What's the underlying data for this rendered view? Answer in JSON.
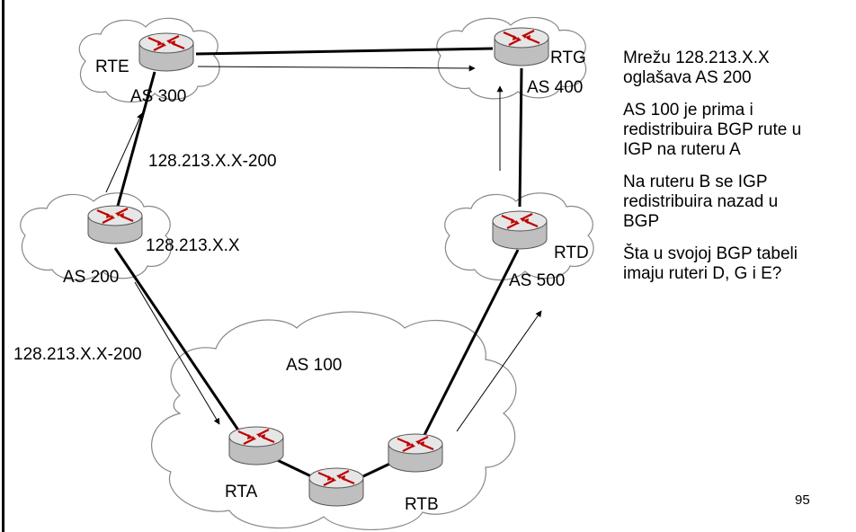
{
  "diagram": {
    "routers": [
      {
        "id": "RTE",
        "label": "RTE",
        "as_label": "AS 300"
      },
      {
        "id": "RTG",
        "label": "RTG",
        "as_label": "AS 400"
      },
      {
        "id": "RTD",
        "label": "RTD",
        "as_label": "AS 500"
      },
      {
        "id": "RT200",
        "label": "",
        "as_label": "AS 200"
      },
      {
        "id": "RTA",
        "label": "RTA",
        "as_label": ""
      },
      {
        "id": "RTC",
        "label": "",
        "as_label": ""
      },
      {
        "id": "RTB",
        "label": "RTB",
        "as_label": ""
      }
    ],
    "as100_label": "AS 100",
    "network_label": "128.213.X.X",
    "route_label_upper": "128.213.X.X-200",
    "route_label_lower": "128.213.X.X-200"
  },
  "side_text": [
    "Mrežu 128.213.X.X\noglašava AS 200",
    "AS 100 je prima i\nredistribuira BGP rute u\nIGP na ruteru A",
    "Na ruteru B se IGP\nredistribuira nazad u\nBGP",
    "Šta u svojoj BGP tabeli\nimaju ruteri D, G i E?"
  ],
  "page_number": "95",
  "colors": {
    "router_body": "#d9d9d9",
    "router_arrows": "#c00000",
    "lines": "#000000",
    "cloud_stroke": "#777777"
  }
}
